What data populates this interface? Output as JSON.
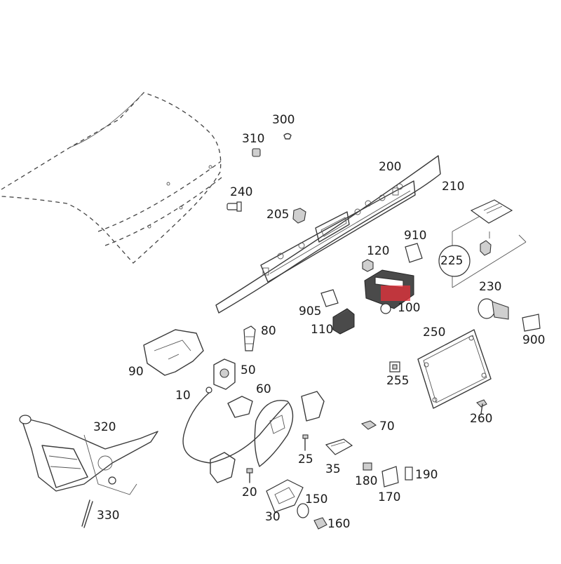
{
  "highlight_color": "#e8303a",
  "labels": {
    "l300": "300",
    "l310": "310",
    "l200": "200",
    "l210": "210",
    "l240": "240",
    "l205": "205",
    "l910": "910",
    "l120": "120",
    "l225": "225",
    "l230": "230",
    "l905": "905",
    "l100": "100",
    "l110": "110",
    "l80": "80",
    "l250": "250",
    "l900": "900",
    "l90": "90",
    "l50": "50",
    "l10": "10",
    "l60": "60",
    "l255": "255",
    "l260": "260",
    "l320": "320",
    "l70": "70",
    "l25": "25",
    "l35": "35",
    "l180": "180",
    "l190": "190",
    "l170": "170",
    "l20": "20",
    "l150": "150",
    "l330": "330",
    "l30": "30",
    "l160": "160"
  }
}
